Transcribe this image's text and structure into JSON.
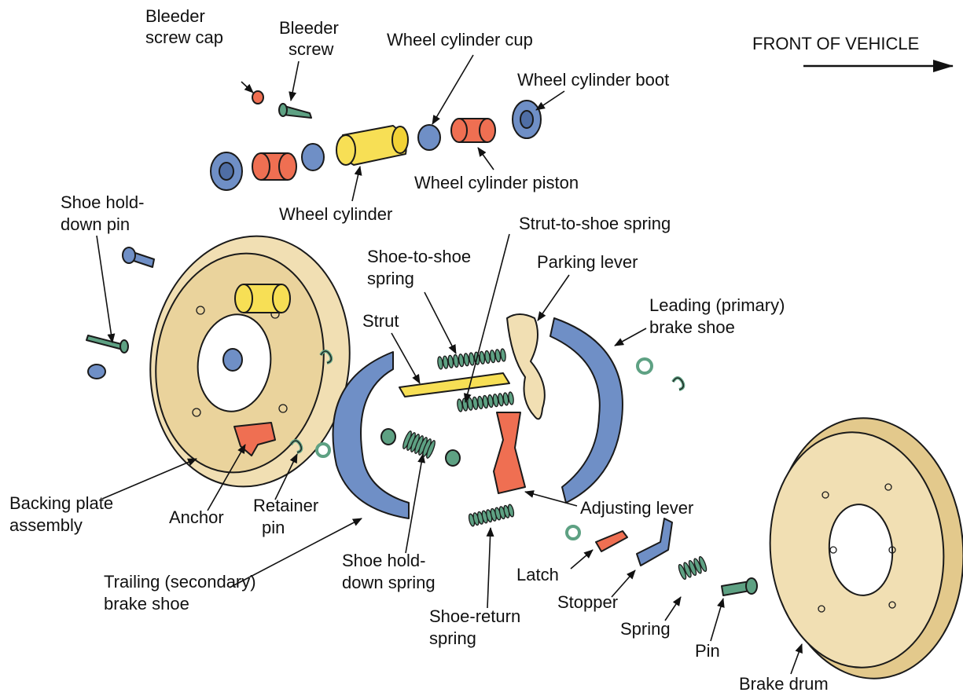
{
  "diagram": {
    "direction_label": "FRONT OF VEHICLE",
    "colors": {
      "beige": "#f1dfb3",
      "blue": "#6f8fc6",
      "yellow": "#f7df55",
      "red": "#ef6f52",
      "green": "#5ea183",
      "outline": "#1a1a1a"
    },
    "labels": {
      "bleeder_screw_cap": [
        "Bleeder",
        "screw cap"
      ],
      "bleeder_screw": [
        "Bleeder",
        "screw"
      ],
      "wheel_cylinder_cup": [
        "Wheel cylinder cup"
      ],
      "wheel_cylinder_boot": [
        "Wheel cylinder boot"
      ],
      "wheel_cylinder_piston": [
        "Wheel cylinder piston"
      ],
      "wheel_cylinder": [
        "Wheel cylinder"
      ],
      "shoe_hold_down_pin": [
        "Shoe hold-",
        "down pin"
      ],
      "strut_to_shoe_spring": [
        "Strut-to-shoe spring"
      ],
      "shoe_to_shoe_spring": [
        "Shoe-to-shoe",
        "spring"
      ],
      "parking_lever": [
        "Parking lever"
      ],
      "strut": [
        "Strut"
      ],
      "leading_brake_shoe": [
        "Leading (primary)",
        "brake shoe"
      ],
      "backing_plate_assembly": [
        "Backing plate",
        "assembly"
      ],
      "anchor": [
        "Anchor"
      ],
      "retainer_pin": [
        "Retainer",
        "pin"
      ],
      "adjusting_lever": [
        "Adjusting lever"
      ],
      "trailing_brake_shoe": [
        "Trailing (secondary)",
        "brake shoe"
      ],
      "shoe_hold_down_spring": [
        "Shoe hold-",
        "down spring"
      ],
      "latch": [
        "Latch"
      ],
      "stopper": [
        "Stopper"
      ],
      "spring": [
        "Spring"
      ],
      "shoe_return_spring": [
        "Shoe-return",
        "spring"
      ],
      "pin": [
        "Pin"
      ],
      "brake_drum": [
        "Brake drum"
      ]
    }
  }
}
